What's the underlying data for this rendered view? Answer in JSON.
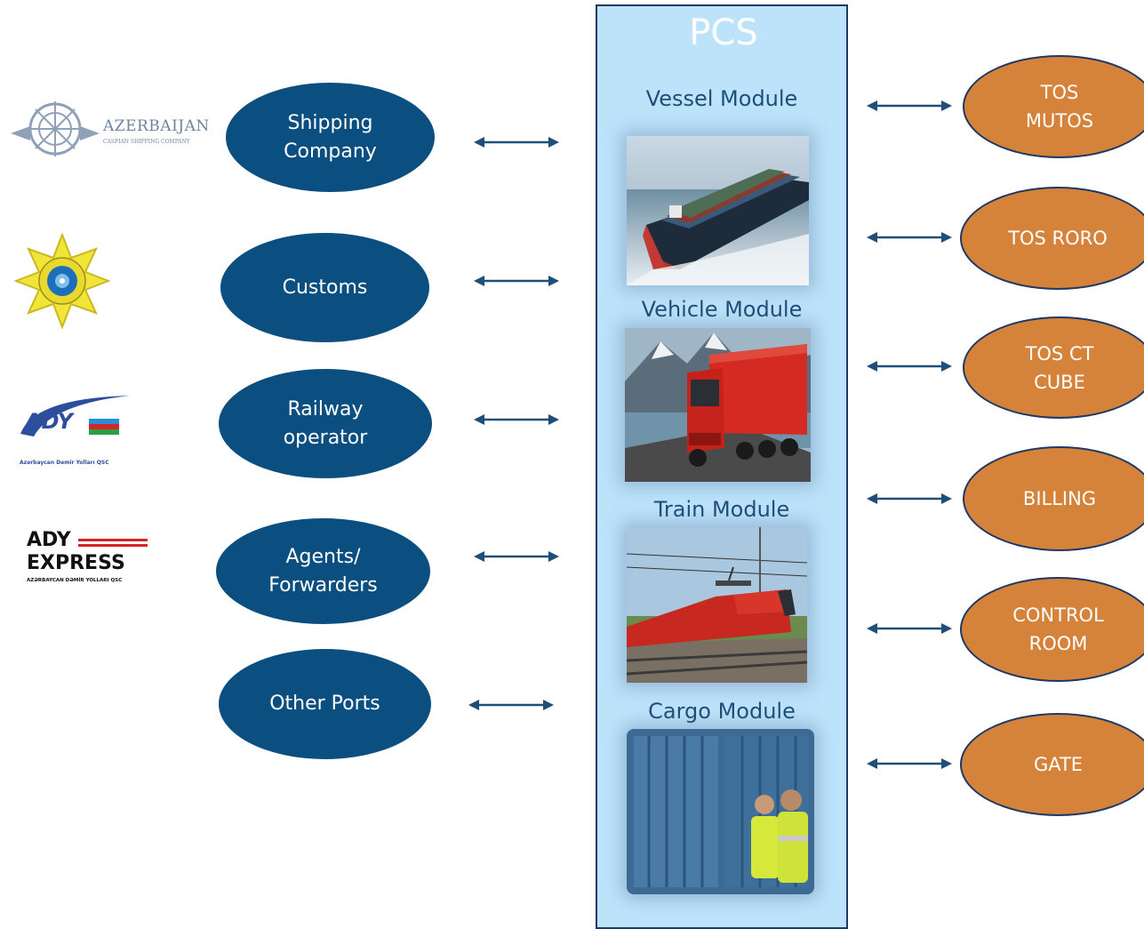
{
  "pcs": {
    "title": "PCS",
    "modules": [
      {
        "label": "Vessel Module",
        "image": "container-ship-photo"
      },
      {
        "label": "Vehicle Module",
        "image": "red-truck-photo"
      },
      {
        "label": "Train Module",
        "image": "red-locomotive-photo"
      },
      {
        "label": "Cargo Module",
        "image": "container-inspection-photo"
      }
    ]
  },
  "left_entities": [
    {
      "label": "Shipping\nCompany"
    },
    {
      "label": "Customs"
    },
    {
      "label": "Railway\noperator"
    },
    {
      "label": "Agents/\nForwarders"
    },
    {
      "label": "Other Ports"
    }
  ],
  "right_systems": [
    {
      "label": "TOS\nMUTOS"
    },
    {
      "label": "TOS RORO"
    },
    {
      "label": "TOS CT\nCUBE"
    },
    {
      "label": "BILLING"
    },
    {
      "label": "CONTROL\nROOM"
    },
    {
      "label": "GATE"
    }
  ],
  "logos": {
    "azerbaijan": {
      "name": "AZERBAIJAN",
      "sub": "CASPIAN SHIPPING COMPANY"
    },
    "customs": {
      "icon": "customs-star-emblem"
    },
    "ady": {
      "name": "ADY",
      "sub": "Azərbaycan Dəmir Yolları QSC"
    },
    "ady_express": {
      "line1": "ADY",
      "line2": "EXPRESS",
      "sub": "AZƏRBAYCAN DƏMİR YOLLARI QSC"
    }
  },
  "colors": {
    "pcs_fill": "#bde3fb",
    "pcs_border": "#1f3864",
    "entity_fill": "#0b4e80",
    "system_fill": "#d5833a",
    "arrow": "#1f4e79"
  }
}
